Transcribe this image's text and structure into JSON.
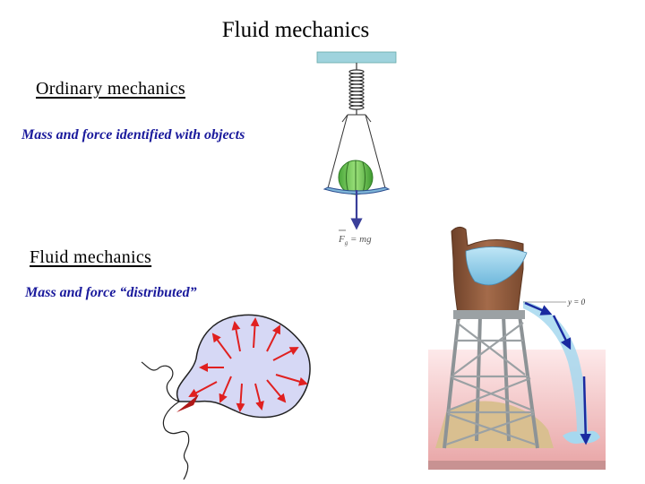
{
  "title": "Fluid mechanics",
  "ordinary": {
    "heading": "Ordinary mechanics",
    "subtitle": "Mass and force identified with objects"
  },
  "fluid": {
    "heading": "Fluid mechanics",
    "subtitle": "Mass and force “distributed”"
  },
  "scale_diagram": {
    "force_label_main": "F",
    "force_label_sub": "g",
    "force_label_rest": " = mg"
  },
  "tower_diagram": {
    "y_label": "y = 0"
  },
  "colors": {
    "subtitle": "#1a1a9c",
    "force_arrow": "#e02020",
    "blob_fill": "#d6d8f5",
    "water": "#8ec9e6",
    "tower_wood": "#8b5a3c"
  }
}
